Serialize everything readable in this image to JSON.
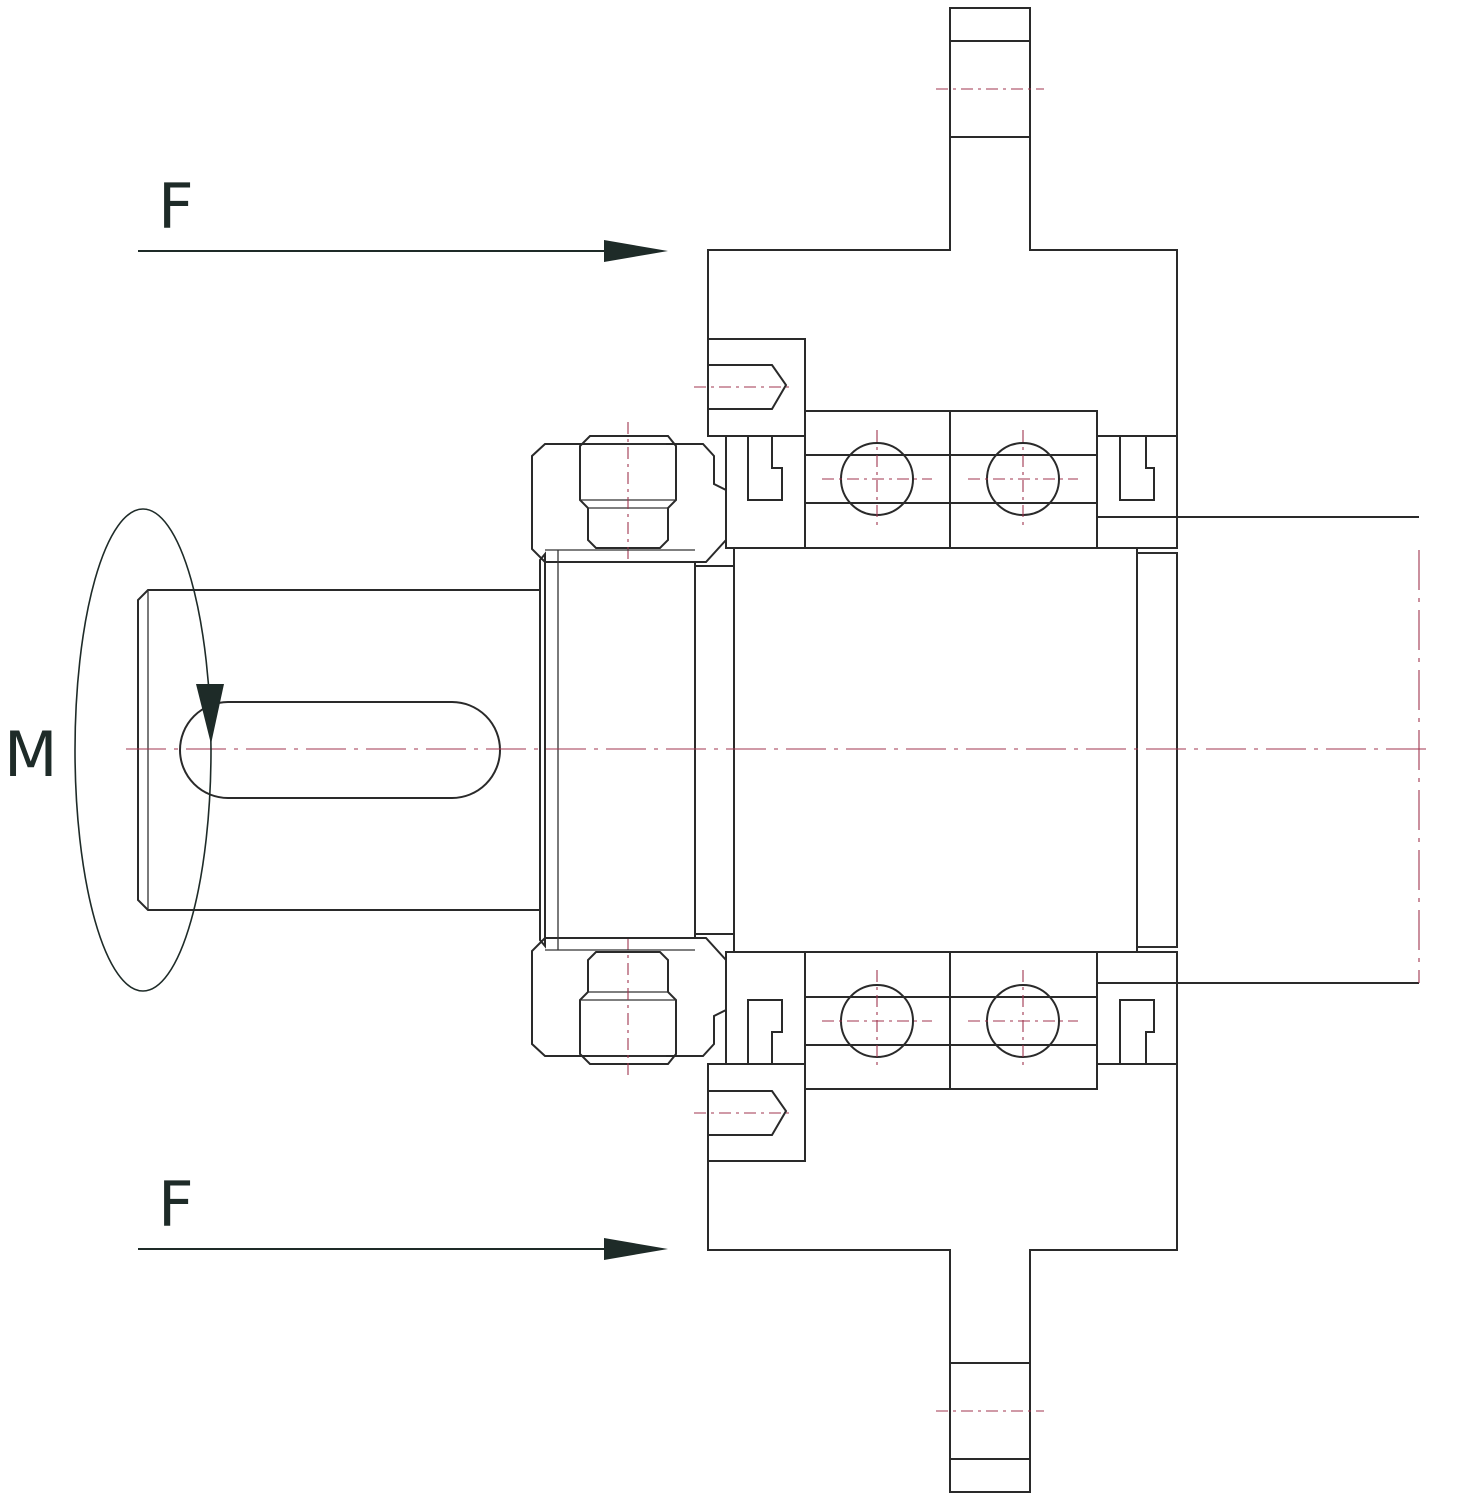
{
  "labels": {
    "force_top": "F",
    "force_bottom": "F",
    "moment": "M"
  },
  "colors": {
    "outline": "#2a2a2a",
    "centerline": "#a0364f",
    "label": "#1e2b28"
  }
}
